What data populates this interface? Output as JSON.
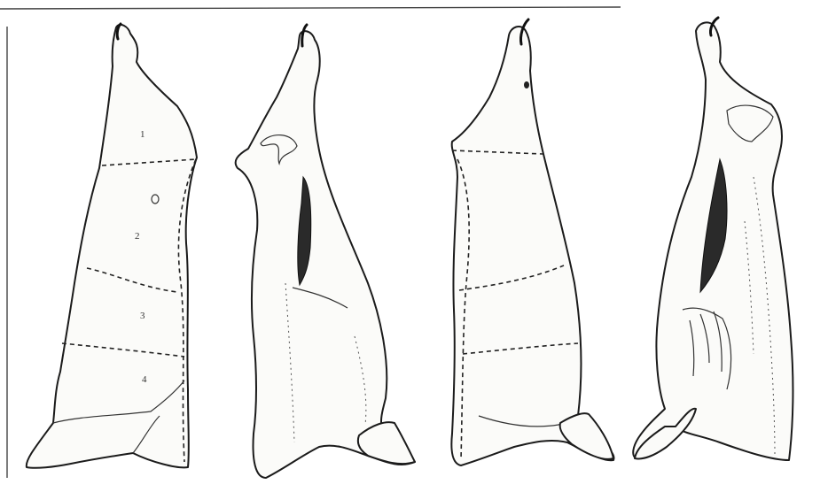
{
  "figure": {
    "views": [
      {
        "id": "outside-left",
        "zones": [
          "1",
          "2",
          "3",
          "4"
        ]
      },
      {
        "id": "inside-left",
        "zones": []
      },
      {
        "id": "outside-right",
        "zones": []
      },
      {
        "id": "inside-right",
        "zones": []
      }
    ]
  }
}
